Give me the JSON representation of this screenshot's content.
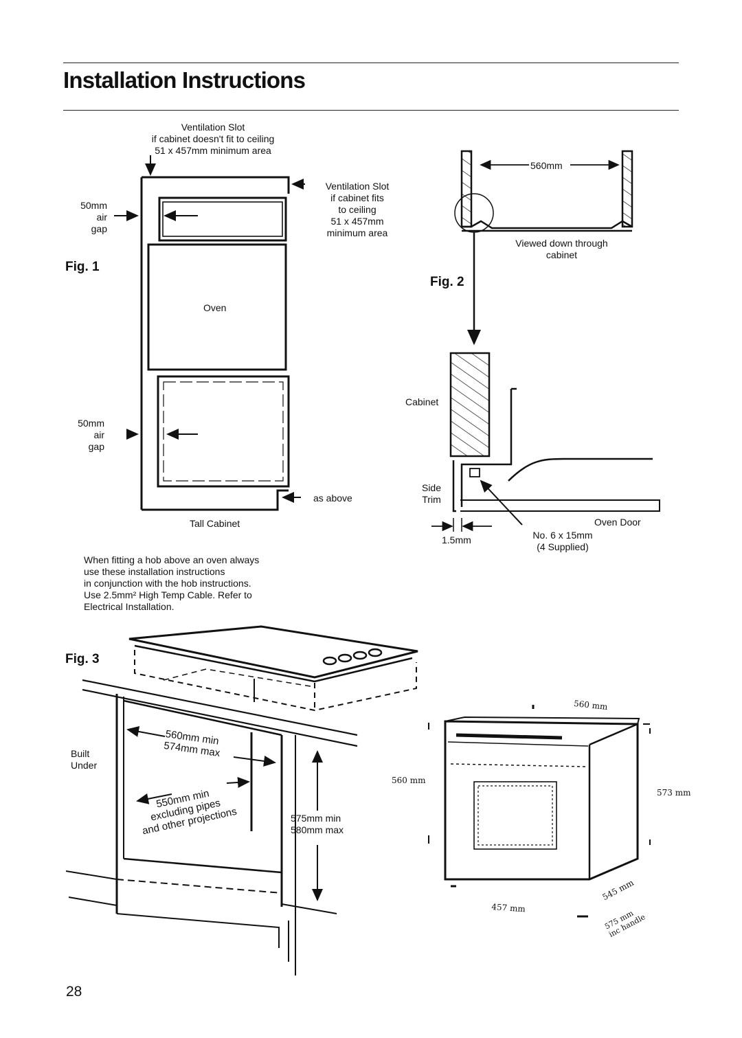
{
  "page": {
    "title": "Installation Instructions",
    "page_number": "28"
  },
  "fig1": {
    "label": "Fig. 1",
    "vent_top": [
      "Ventilation Slot",
      "if cabinet doesn't fit to ceiling",
      "51 x 457mm minimum area"
    ],
    "vent_right": [
      "Ventilation Slot",
      "if cabinet fits",
      "to ceiling",
      "51 x 457mm",
      "minimum area"
    ],
    "gap_top": [
      "50mm",
      "air",
      "gap"
    ],
    "gap_bottom": [
      "50mm",
      "air",
      "gap"
    ],
    "oven": "Oven",
    "as_above": "as above",
    "tall_cabinet": "Tall Cabinet"
  },
  "fig2": {
    "label": "Fig. 2",
    "width": "560mm",
    "viewed": [
      "Viewed down through",
      "cabinet"
    ],
    "cabinet": "Cabinet",
    "side_trim": [
      "Side",
      "Trim"
    ],
    "oven_door": "Oven Door",
    "trim_thickness": "1.5mm",
    "screws": [
      "No. 6 x 15mm",
      "(4 Supplied)"
    ]
  },
  "note": [
    "When fitting a hob above an oven always",
    "use these installation instructions",
    "in conjunction with the hob instructions.",
    "Use 2.5mm² High Temp Cable. Refer to",
    "Electrical Installation."
  ],
  "fig3": {
    "label": "Fig. 3",
    "built_under": [
      "Built",
      "Under"
    ],
    "width": [
      "560mm min",
      "574mm max"
    ],
    "depth": [
      "550mm min",
      "excluding pipes",
      "and other projections"
    ],
    "height": [
      "575mm min",
      "580mm max"
    ]
  },
  "oven_dims": {
    "width": "560 mm",
    "height_front": "560 mm",
    "height_side": "573 mm",
    "depth_base": "457 mm",
    "depth_side": "545 mm",
    "depth_total": [
      "575 mm",
      "inc handle"
    ]
  }
}
